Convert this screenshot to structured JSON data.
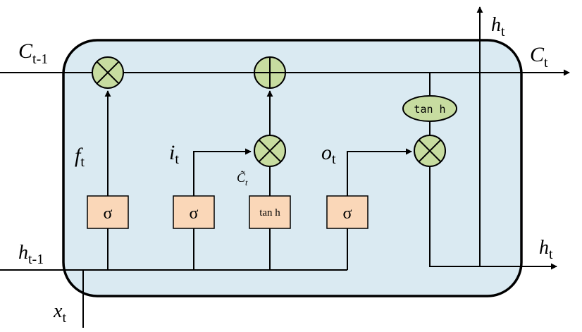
{
  "colors": {
    "cell_fill": "#daeaf2",
    "gate_box_fill": "#fad7b8",
    "op_circle_fill": "#c7dca0",
    "line": "#000000"
  },
  "labels": {
    "c_prev": {
      "base": "C",
      "sub": "t-1"
    },
    "c_out": {
      "base": "C",
      "sub": "t"
    },
    "h_top": {
      "base": "h",
      "sub": "t"
    },
    "h_right": {
      "base": "h",
      "sub": "t"
    },
    "h_prev": {
      "base": "h",
      "sub": "t-1"
    },
    "x_in": {
      "base": "x",
      "sub": "t"
    },
    "f_gate": {
      "base": "f",
      "sub": "t"
    },
    "i_gate": {
      "base": "i",
      "sub": "t"
    },
    "o_gate": {
      "base": "o",
      "sub": "t"
    },
    "c_tilde": {
      "base": "C̃",
      "sub": "t"
    }
  },
  "gates": {
    "forget": "σ",
    "input": "σ",
    "candidate": "tan h",
    "output": "σ"
  },
  "cell_tanh": "tan h",
  "operators": {
    "forget_mult": "multiply-icon",
    "add": "add-icon",
    "input_mult": "multiply-icon",
    "output_mult": "multiply-icon"
  }
}
